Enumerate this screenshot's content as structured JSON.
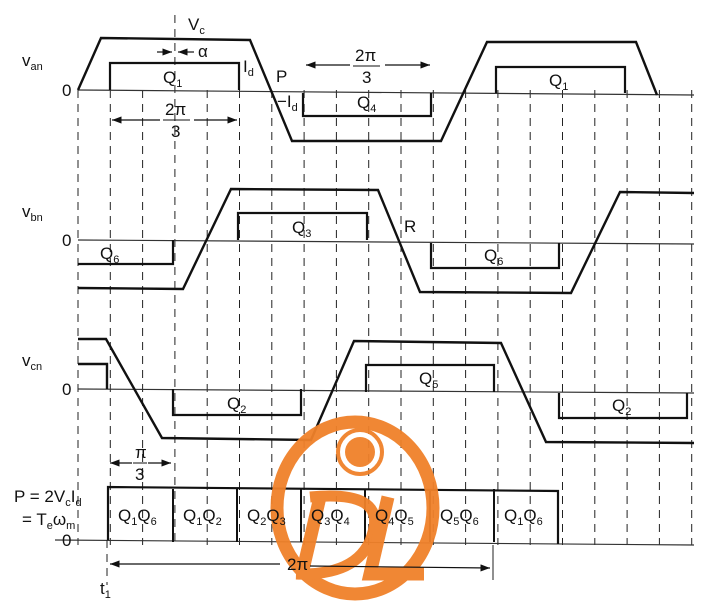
{
  "diagram": {
    "waveforms": [
      {
        "name": "v",
        "sub": "an",
        "zero": "0",
        "pulses": [
          {
            "q": "Q",
            "n": "1"
          },
          {
            "q": "Q",
            "n": "4"
          },
          {
            "q": "Q",
            "n": "1"
          }
        ]
      },
      {
        "name": "v",
        "sub": "bn",
        "zero": "0",
        "pulses": [
          {
            "q": "Q",
            "n": "6"
          },
          {
            "q": "Q",
            "n": "3"
          },
          {
            "q": "Q",
            "n": "6"
          }
        ]
      },
      {
        "name": "v",
        "sub": "cn",
        "zero": "0",
        "pulses": [
          {
            "q": "Q",
            "n": "2"
          },
          {
            "q": "Q",
            "n": "5"
          },
          {
            "q": "Q",
            "n": "2"
          }
        ]
      }
    ],
    "annotations": {
      "vc": "V",
      "vc_sub": "c",
      "alpha": "α",
      "id": "I",
      "id_sub": "d",
      "neg_id": "−I",
      "neg_id_sub": "d",
      "p": "P",
      "r": "R",
      "two_pi": "2π",
      "three": "3",
      "pi": "π",
      "t1": "t",
      "t1_sub": "1",
      "bottom_span": "2π"
    },
    "power": {
      "line1": "P = 2V",
      "line1_sub1": "c",
      "line1_mid": "I",
      "line1_sub2": "d",
      "line2": "= T",
      "line2_sub1": "e",
      "line2_mid": "ω",
      "line2_sub2": "m",
      "zero": "0",
      "segments": [
        {
          "a": "1",
          "b": "6"
        },
        {
          "a": "1",
          "b": "2"
        },
        {
          "a": "2",
          "b": "3"
        },
        {
          "a": "3",
          "b": "4"
        },
        {
          "a": "4",
          "b": "5"
        },
        {
          "a": "5",
          "b": "6"
        },
        {
          "a": "1",
          "b": "6"
        }
      ]
    },
    "watermark": {
      "text": "DL",
      "color": "#F0812A"
    }
  }
}
